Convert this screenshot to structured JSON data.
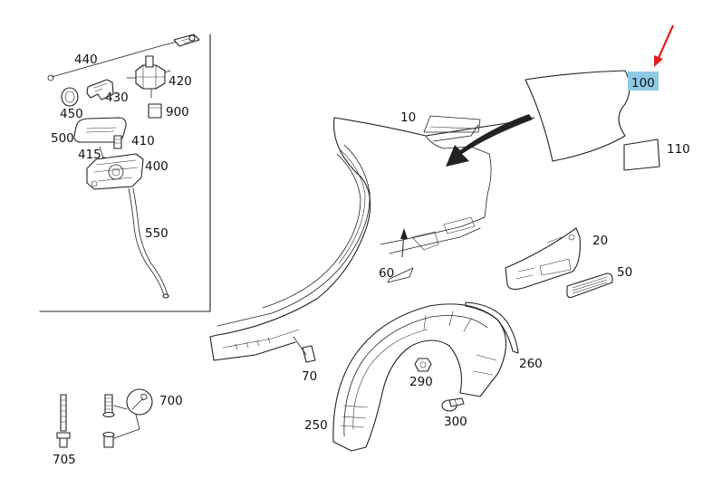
{
  "diagram": {
    "description_free": true,
    "accent": "#e02020",
    "highlight": "#8ec9e6",
    "callouts": {
      "c440": "440",
      "c420": "420",
      "c430": "430",
      "c450": "450",
      "c900": "900",
      "c500": "500",
      "c410": "410",
      "c415": "415",
      "c400": "400",
      "c550": "550",
      "c10": "10",
      "c100": "100",
      "c110": "110",
      "c20": "20",
      "c50": "50",
      "c60": "60",
      "c70": "70",
      "c250": "250",
      "c260": "260",
      "c290": "290",
      "c300": "300",
      "c700": "700",
      "c705": "705"
    },
    "icons": {
      "arrow": "red-arrow-icon",
      "wrench": "wrench-icon"
    }
  }
}
